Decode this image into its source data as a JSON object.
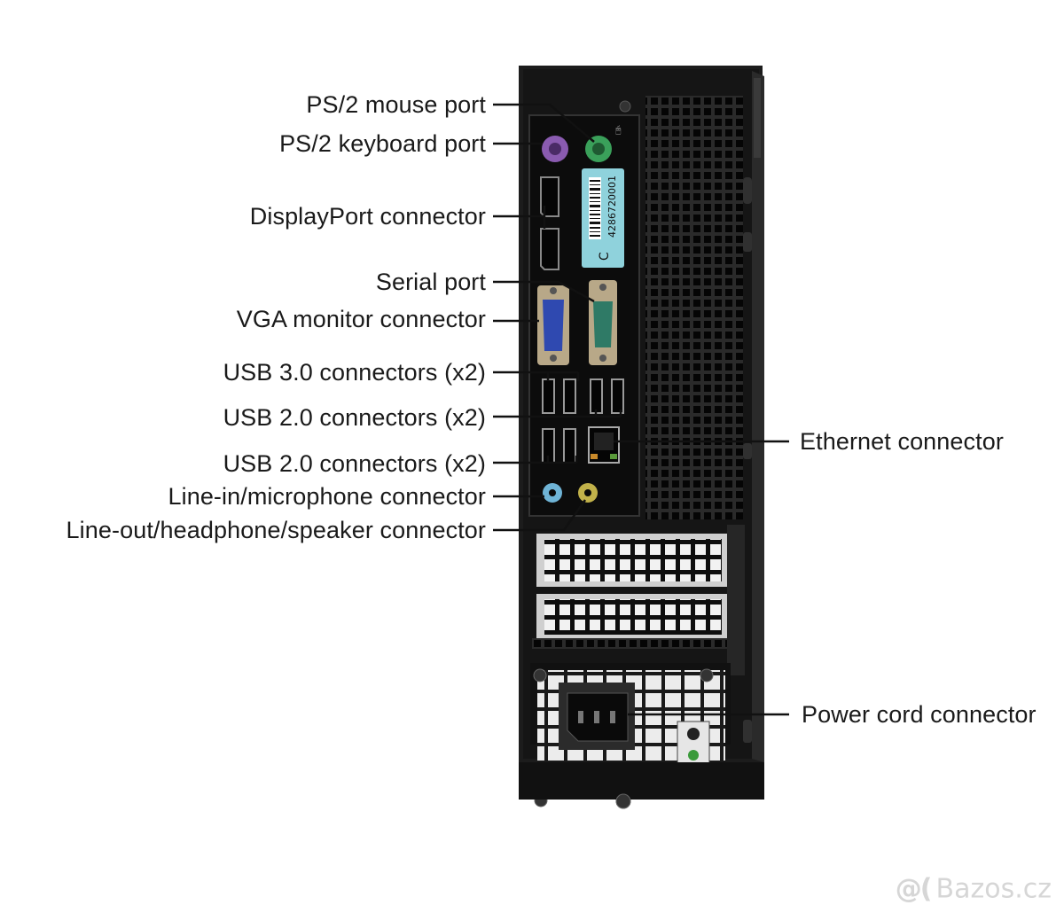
{
  "callouts_left": [
    {
      "id": "ps2-mouse",
      "label": "PS/2 mouse port"
    },
    {
      "id": "ps2-keyboard",
      "label": "PS/2 keyboard port"
    },
    {
      "id": "displayport",
      "label": "DisplayPort connector"
    },
    {
      "id": "serial",
      "label": "Serial port"
    },
    {
      "id": "vga",
      "label": "VGA monitor connector"
    },
    {
      "id": "usb3",
      "label": "USB 3.0 connectors (x2)"
    },
    {
      "id": "usb2-a",
      "label": "USB 2.0 connectors (x2)"
    },
    {
      "id": "usb2-b",
      "label": "USB 2.0 connectors (x2)"
    },
    {
      "id": "line-in",
      "label": "Line-in/microphone connector"
    },
    {
      "id": "line-out",
      "label": "Line-out/headphone/speaker connector"
    }
  ],
  "callouts_right": [
    {
      "id": "ethernet",
      "label": "Ethernet connector"
    },
    {
      "id": "power",
      "label": "Power cord connector"
    }
  ],
  "sticker": {
    "letter": "C",
    "serial": "4286720001"
  },
  "watermark": {
    "logo": "@(",
    "text": "Bazos.cz"
  },
  "colors": {
    "chassis": "#1c1c1c",
    "ps2_mouse": "#3aa05a",
    "ps2_keyboard": "#8a5bb0",
    "vga": "#2f49b0",
    "serial": "#2f7a66",
    "line_in": "#6fb4d6",
    "line_out": "#c2b24a",
    "sticker": "#8fd2dc"
  }
}
